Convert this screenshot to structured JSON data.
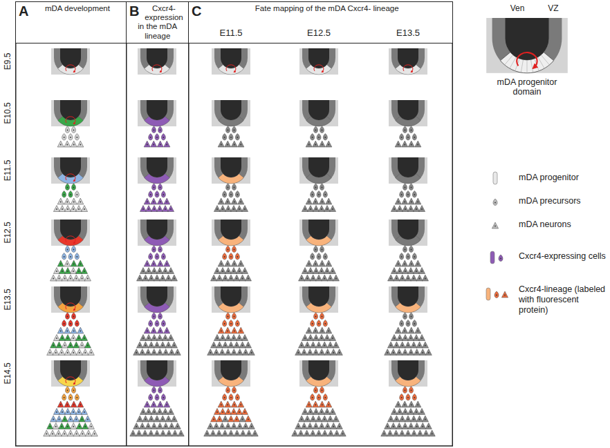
{
  "diagram": {
    "nodes": [
      {
        "text": [
          "A",
          "mDA development"
        ]
      },
      {
        "text": [
          "B",
          "Cxcr4-expression in the mDA lineage"
        ]
      },
      {
        "text": [
          "C",
          "Fate mapping of the mDA Cxcr4- lineage"
        ]
      }
    ],
    "labels": [
      "E9.5",
      "E10.5",
      "E11.5",
      "E12.5",
      "E13.5",
      "E14.5",
      "E11.5",
      "E12.5",
      "E13.5",
      "Ven",
      "VZ",
      "mDA progenitor domain"
    ],
    "legend": [
      {
        "text": "mDA progenitor"
      },
      {
        "text": "mDA precursors"
      },
      {
        "text": "mDA neurons"
      },
      {
        "text": "Cxcr4-expressing cells"
      },
      {
        "text": "Cxcr4-lineage (labeled with fluorescent protein)"
      }
    ]
  }
}
